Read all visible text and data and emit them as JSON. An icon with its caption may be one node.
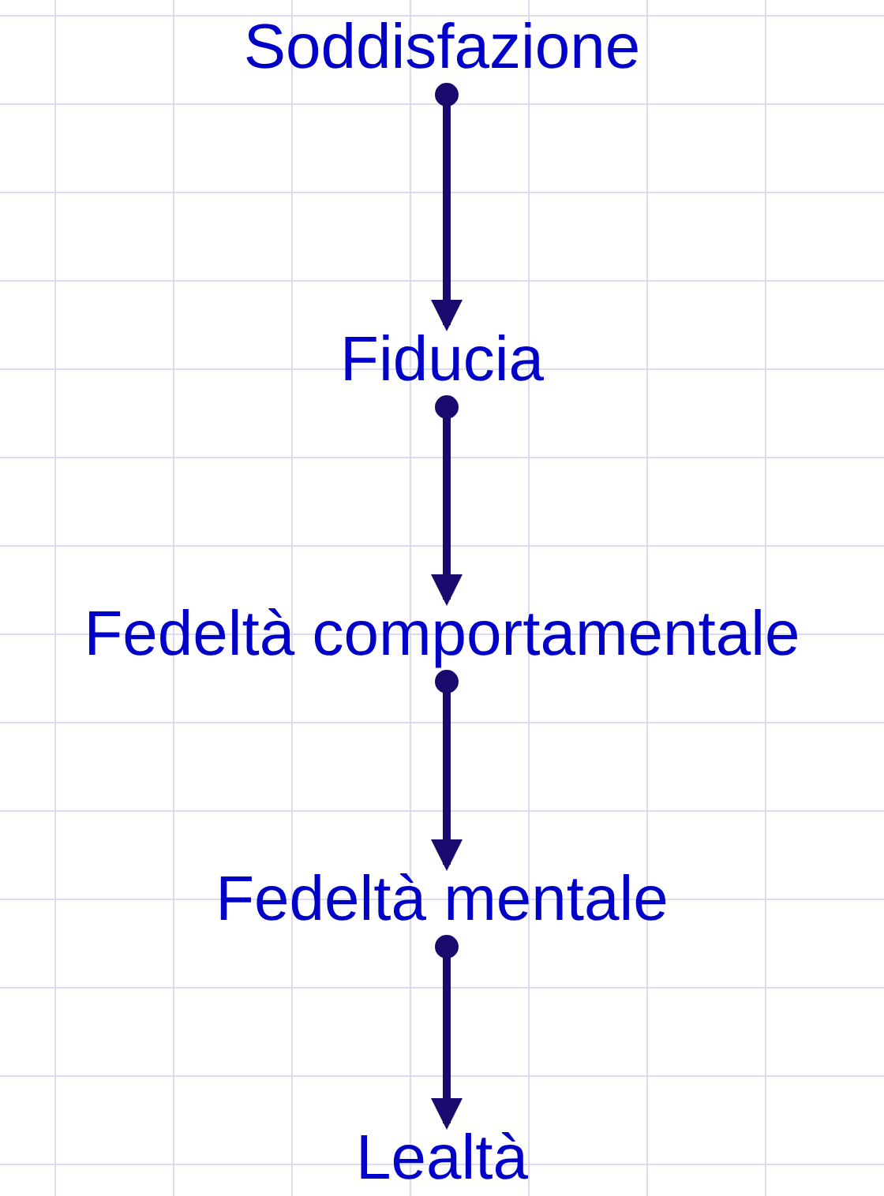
{
  "diagram": {
    "nodes": [
      {
        "text": [
          "Soddisfazione"
        ]
      },
      {
        "text": [
          "Fiducia"
        ]
      },
      {
        "text": [
          "Fedeltà comportamentale"
        ]
      },
      {
        "text": [
          "Fedeltà mentale"
        ]
      },
      {
        "text": [
          "Lealtà"
        ]
      }
    ],
    "edges": [
      {
        "from": 0,
        "to": 1,
        "arrow": "to"
      },
      {
        "from": 1,
        "to": 2,
        "arrow": "to"
      },
      {
        "from": 2,
        "to": 3,
        "arrow": "to"
      },
      {
        "from": 3,
        "to": 4,
        "arrow": "to"
      }
    ]
  }
}
